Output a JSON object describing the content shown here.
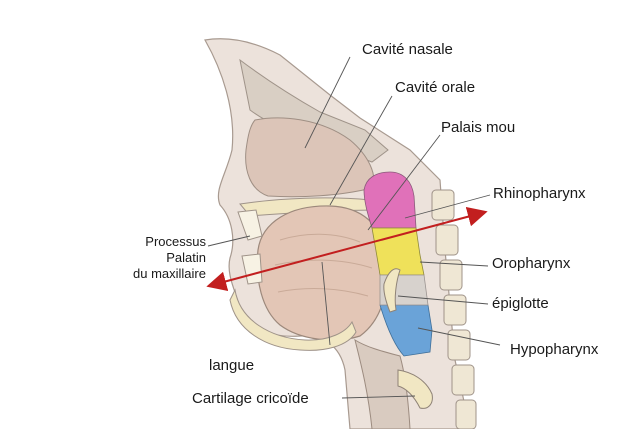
{
  "labels": {
    "nasal_cavity": "Cavité nasale",
    "oral_cavity": "Cavité orale",
    "soft_palate": "Palais mou",
    "rhinopharynx": "Rhinopharynx",
    "oropharynx": "Oropharynx",
    "epiglottis": "épiglotte",
    "hypopharynx": "Hypopharynx",
    "tongue": "langue",
    "cricoid": "Cartilage cricoïde",
    "palatine_process": [
      "Processus",
      "Palatin",
      "du maxillaire"
    ]
  },
  "colors": {
    "rhinopharynx_region": "#e071b9",
    "oropharynx_region": "#efe15a",
    "hypopharynx_region": "#6aa3d8",
    "arrow": "#c21f1f",
    "tissue_pink": "#e7cfc0",
    "bone": "#f1e7c3"
  }
}
